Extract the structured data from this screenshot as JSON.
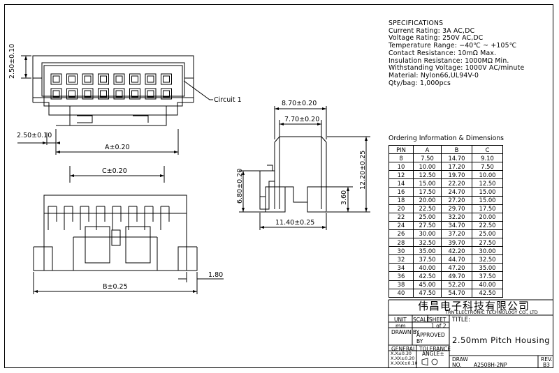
{
  "specs": {
    "title": "SPECIFICATIONS",
    "lines": [
      "Current Rating: 3A AC,DC",
      "Voltage Rating: 250V AC,DC",
      "Temperature Range: −40℃ ~ +105℃",
      "Contact Resistance: 10mΩ Max.",
      "Insulation Resistance: 1000MΩ Min.",
      "Withstanding Voltage: 1000V AC/minute",
      "Material: Nylon66,UL94V-0",
      "Qty/bag: 1,000pcs"
    ]
  },
  "ordering": {
    "title": "Ordering Information & Dimensions",
    "headers": [
      "PIN",
      "A",
      "B",
      "C"
    ],
    "rows": [
      [
        "8",
        "7.50",
        "14.70",
        "9.10"
      ],
      [
        "10",
        "10.00",
        "17.20",
        "7.50"
      ],
      [
        "12",
        "12.50",
        "19.70",
        "10.00"
      ],
      [
        "14",
        "15.00",
        "22.20",
        "12.50"
      ],
      [
        "16",
        "17.50",
        "24.70",
        "15.00"
      ],
      [
        "18",
        "20.00",
        "27.20",
        "15.00"
      ],
      [
        "20",
        "22.50",
        "29.70",
        "17.50"
      ],
      [
        "22",
        "25.00",
        "32.20",
        "20.00"
      ],
      [
        "24",
        "27.50",
        "34.70",
        "22.50"
      ],
      [
        "26",
        "30.00",
        "37.20",
        "25.00"
      ],
      [
        "28",
        "32.50",
        "39.70",
        "27.50"
      ],
      [
        "30",
        "35.00",
        "42.20",
        "30.00"
      ],
      [
        "32",
        "37.50",
        "44.70",
        "32.50"
      ],
      [
        "34",
        "40.00",
        "47.20",
        "35.00"
      ],
      [
        "36",
        "42.50",
        "49.70",
        "37.50"
      ],
      [
        "38",
        "45.00",
        "52.20",
        "40.00"
      ],
      [
        "40",
        "47.50",
        "54.70",
        "42.50"
      ]
    ]
  },
  "dims": {
    "d250_010_v": "2.50±0.10",
    "d250_010_h": "2.50±0.10",
    "circuit": "Circuit 1",
    "a": "A±0.20",
    "c": "C±0.20",
    "b": "B±0.25",
    "d180": "1.80",
    "d870": "8.70±0.20",
    "d770": "7.70±0.20",
    "d1220": "12.20±0.25",
    "d680": "6.80±0.20",
    "d360": "3.60",
    "d1140": "11.40±0.25"
  },
  "titleblock": {
    "company_cn": "伟昌电子科技有限公司",
    "company_en": "TRN ELECTRONIC TECHNOLOGY CO., LTD",
    "unit_label": "UNIT",
    "scale_label": "SCALE",
    "sheet_label": "SHEET",
    "title_label": "TITLE:",
    "unit_value": "mm",
    "sheet_value": "1 of 2",
    "drawn_by": "DRAWN BY",
    "approved_by": "APPROVED BY",
    "product_title": "2.50mm Pitch Housing",
    "general": "GENERAL",
    "tolerance": "TOLERANCE",
    "angle": "ANGLE±",
    "tol_lines": [
      "X.X±0.30",
      "X.XX±0.20",
      "X.XXX±0.10"
    ],
    "draw_no_label": "DRAW NO.",
    "draw_no": "A2508H-2NP",
    "rev_label": "REV.",
    "rev_value": "B3"
  }
}
